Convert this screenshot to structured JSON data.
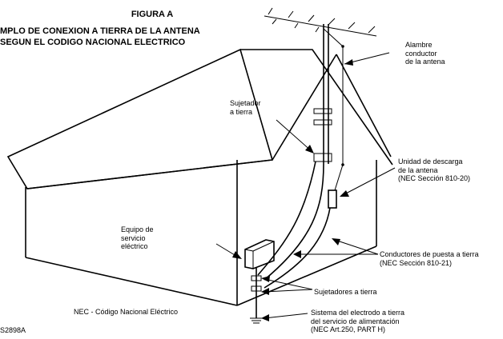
{
  "figure": {
    "title": "FIGURA A",
    "subtitle_line1": "MPLO DE CONEXION A TIERRA DE LA ANTENA",
    "subtitle_line2": "SEGUN EL CODIGO NACIONAL ELECTRICO"
  },
  "labels": {
    "antenna_wire": "Alambre\nconductor\nde la antena",
    "ground_clamp": "Sujetador\na tierra",
    "discharge_unit": "Unidad de descarga\nde la antena\n(NEC Sección 810-20)",
    "service_equipment": "Equipo de\nservicio\neléctrico",
    "grounding_conductors": "Conductores de puesta a tierra\n(NEC Sección 810-21)",
    "ground_clamps": "Sujetadores a tierra",
    "nec_note": "NEC - Código Nacional Eléctrico",
    "electrode_system": "Sistema del electrodo a tierra\ndel servicio de alimentación\n(NEC Art.250, PART H)",
    "code": "S2898A"
  }
}
